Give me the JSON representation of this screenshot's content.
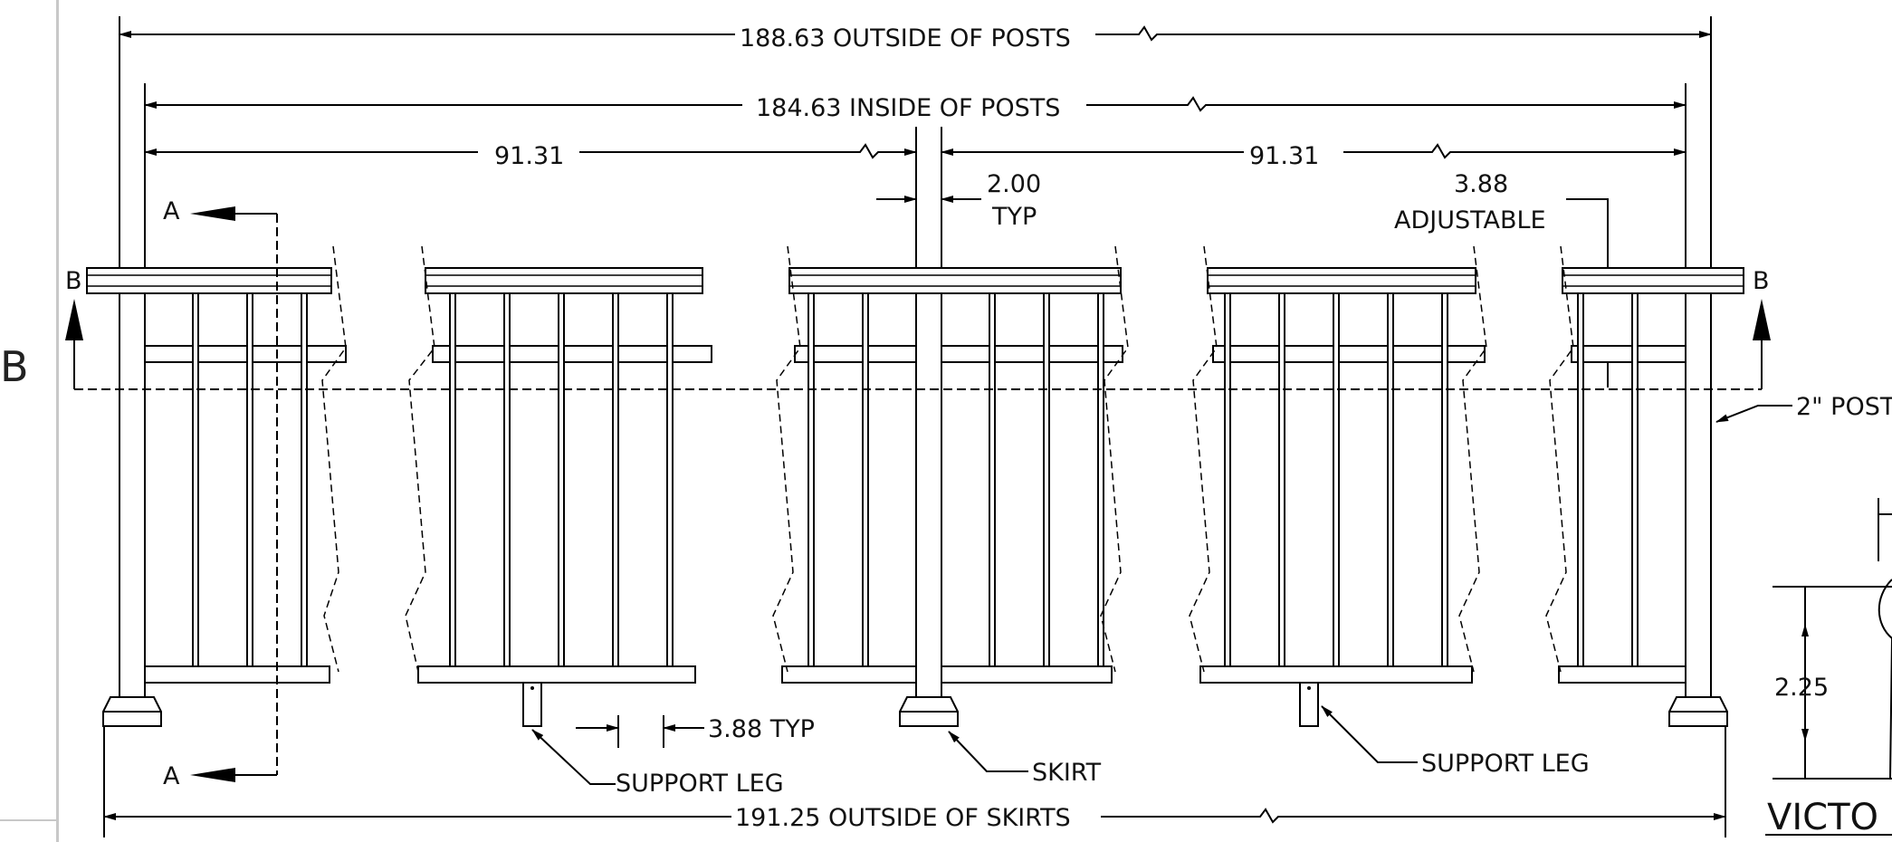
{
  "border": {
    "zone_letter": "B"
  },
  "dimensions": {
    "outside_posts": "188.63 OUTSIDE OF POSTS",
    "inside_posts": "184.63 INSIDE OF POSTS",
    "half_left": "91.31",
    "half_right": "91.31",
    "post_width_value": "2.00",
    "post_width_note": "TYP",
    "adjust_value": "3.88",
    "adjust_note": "ADJUSTABLE",
    "baluster_spacing": "3.88 TYP",
    "outside_skirts": "191.25 OUTSIDE OF SKIRTS",
    "detail_height": "2.25"
  },
  "callouts": {
    "section_a": "A",
    "section_b": "B",
    "post": "2\" POST",
    "support_leg": "SUPPORT LEG",
    "skirt": "SKIRT"
  },
  "detail_title": "VICTO"
}
